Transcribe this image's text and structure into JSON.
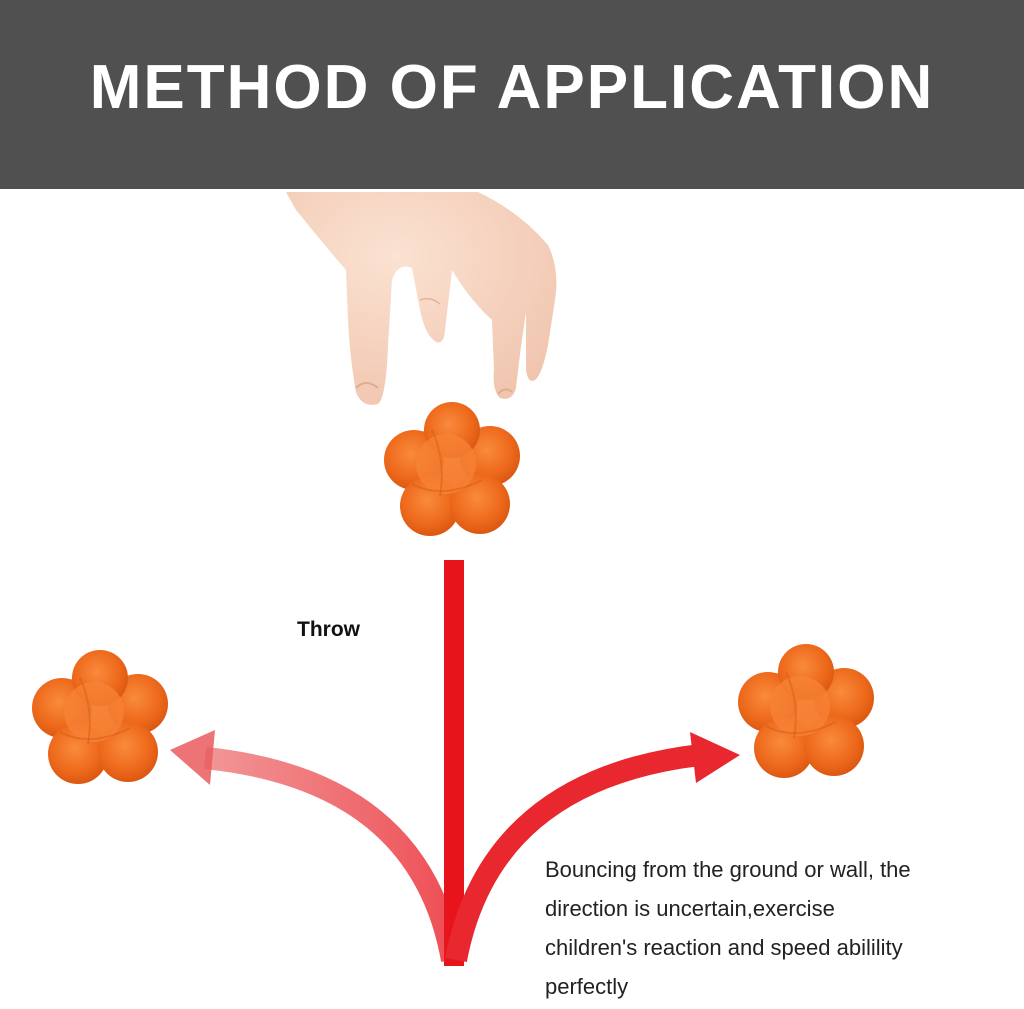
{
  "header": {
    "title": "METHOD OF APPLICATION"
  },
  "labels": {
    "throw": "Throw"
  },
  "description": {
    "lines": [
      "Bouncing from the ground  or wall, the",
      "direction is uncertain,exercise",
      "children's reaction and speed abilility",
      "perfectly"
    ]
  },
  "colors": {
    "header_bg": "#505050",
    "header_text": "#ffffff",
    "arrow": "#e8141c",
    "ball": "#ef6a1a"
  },
  "icons": [
    "hand-illustration",
    "reaction-ball",
    "red-arrow"
  ]
}
